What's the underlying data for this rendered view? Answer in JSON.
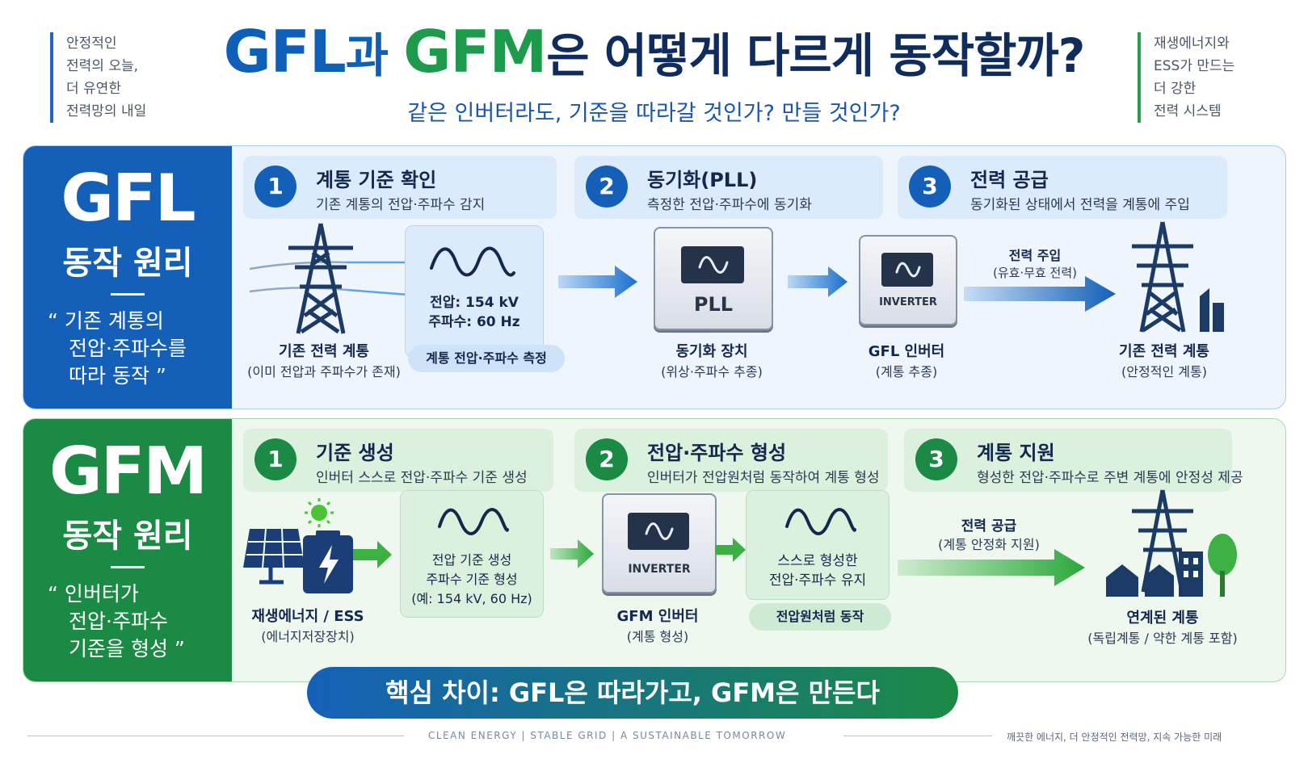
{
  "header": {
    "left_note": [
      "안정적인",
      "전력의 오늘,",
      "더 유연한",
      "전력망의 내일"
    ],
    "right_note": [
      "재생에너지와",
      "ESS가 만드는",
      "더 강한",
      "전력 시스템"
    ],
    "title_gfl": "GFL",
    "title_mid": "과 ",
    "title_gfm": "GFM",
    "title_rest": "은 어떻게 다르게 동작할까?",
    "subtitle": "같은 인버터라도, 기준을 따라갈 것인가? 만들 것인가?",
    "accent_blue": "#1460b8",
    "accent_green": "#1b8a45"
  },
  "gfl": {
    "name": "GFL",
    "subtitle": "동작 원리",
    "quote": [
      "“ 기존 계통의",
      "전압·주파수를",
      "따라 동작 ”"
    ],
    "steps": [
      {
        "num": "1",
        "title": "계통 기준 확인",
        "desc": "기존 계통의 전압·주파수 감지"
      },
      {
        "num": "2",
        "title": "동기화(PLL)",
        "desc": "측정한 전압·주파수에 동기화"
      },
      {
        "num": "3",
        "title": "전력 공급",
        "desc": "동기화된 상태에서 전력을 계통에 주입"
      }
    ],
    "grid_source_title": "기존 전력 계통",
    "grid_source_desc": "(이미 전압과 주파수가 존재)",
    "measure_voltage": "전압: 154 kV",
    "measure_freq": "주파수: 60 Hz",
    "measure_pill": "계통 전압·주파수 측정",
    "pll_device_label": "PLL",
    "pll_title": "동기화 장치",
    "pll_desc": "(위상·주파수 추종)",
    "inverter_device_label": "INVERTER",
    "inverter_title": "GFL 인버터",
    "inverter_desc": "(계통 추종)",
    "inject_title": "전력 주입",
    "inject_desc": "(유효·무효 전력)",
    "grid_dest_title": "기존 전력 계통",
    "grid_dest_desc": "(안정적인 계통)"
  },
  "gfm": {
    "name": "GFM",
    "subtitle": "동작 원리",
    "quote": [
      "“ 인버터가",
      "전압·주파수",
      "기준을 형성 ”"
    ],
    "steps": [
      {
        "num": "1",
        "title": "기준 생성",
        "desc": "인버터 스스로 전압·주파수 기준 생성"
      },
      {
        "num": "2",
        "title": "전압·주파수 형성",
        "desc": "인버터가 전압원처럼 동작하여 계통 형성"
      },
      {
        "num": "3",
        "title": "계통 지원",
        "desc": "형성한 전압·주파수로 주변 계통에 안정성 제공"
      }
    ],
    "source_title": "재생에너지 / ESS",
    "source_desc": "(에너지저장장치)",
    "ref_line1": "전압 기준 생성",
    "ref_line2": "주파수 기준 형성",
    "ref_line3": "(예: 154 kV, 60 Hz)",
    "inverter_device_label": "INVERTER",
    "inverter_title": "GFM 인버터",
    "inverter_desc": "(계통 형성)",
    "maintain_line1": "스스로 형성한",
    "maintain_line2": "전압·주파수 유지",
    "maintain_pill": "전압원처럼 동작",
    "supply_title": "전력 공급",
    "supply_desc": "(계통 안정화 지원)",
    "grid_title": "연계된 계통",
    "grid_desc": "(독립계통 / 약한 계통 포함)"
  },
  "key_difference": "핵심 차이: GFL은 따라가고, GFM은 만든다",
  "footer": {
    "tagline": "CLEAN ENERGY   |   STABLE GRID   |   A SUSTAINABLE TOMORROW",
    "right": "깨끗한 에너지, 더 안정적인 전력망, 지속 가능한 미래"
  }
}
